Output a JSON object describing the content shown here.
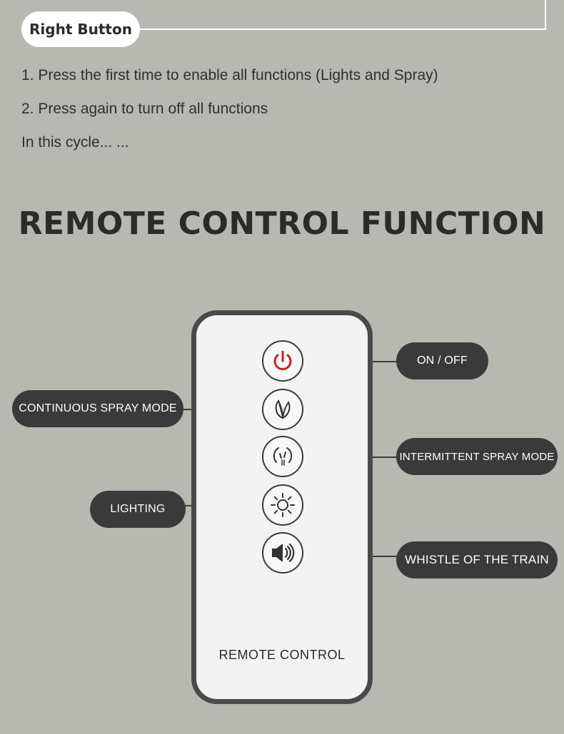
{
  "top_label": "Right Button",
  "steps": [
    "1. Press the first time to enable all functions (Lights and Spray)",
    "2. Press again to turn off all functions",
    "In this cycle... ..."
  ],
  "heading": "REMOTE CONTROL FUNCTION",
  "remote": {
    "label": "REMOTE CONTROL",
    "buttons": [
      {
        "icon": "power-icon",
        "callout": "ON / OFF"
      },
      {
        "icon": "leaf-spray-icon",
        "callout": "CONTINUOUS SPRAY MODE"
      },
      {
        "icon": "intermittent-spray-icon",
        "callout": "INTERMITTENT SPRAY MODE"
      },
      {
        "icon": "sun-icon",
        "callout": "LIGHTING"
      },
      {
        "icon": "speaker-icon",
        "callout": "WHISTLE OF THE TRAIN"
      }
    ]
  },
  "colors": {
    "background": "#b7b8b2",
    "pill": "#3a3a3a",
    "power_accent": "#c8202a"
  }
}
